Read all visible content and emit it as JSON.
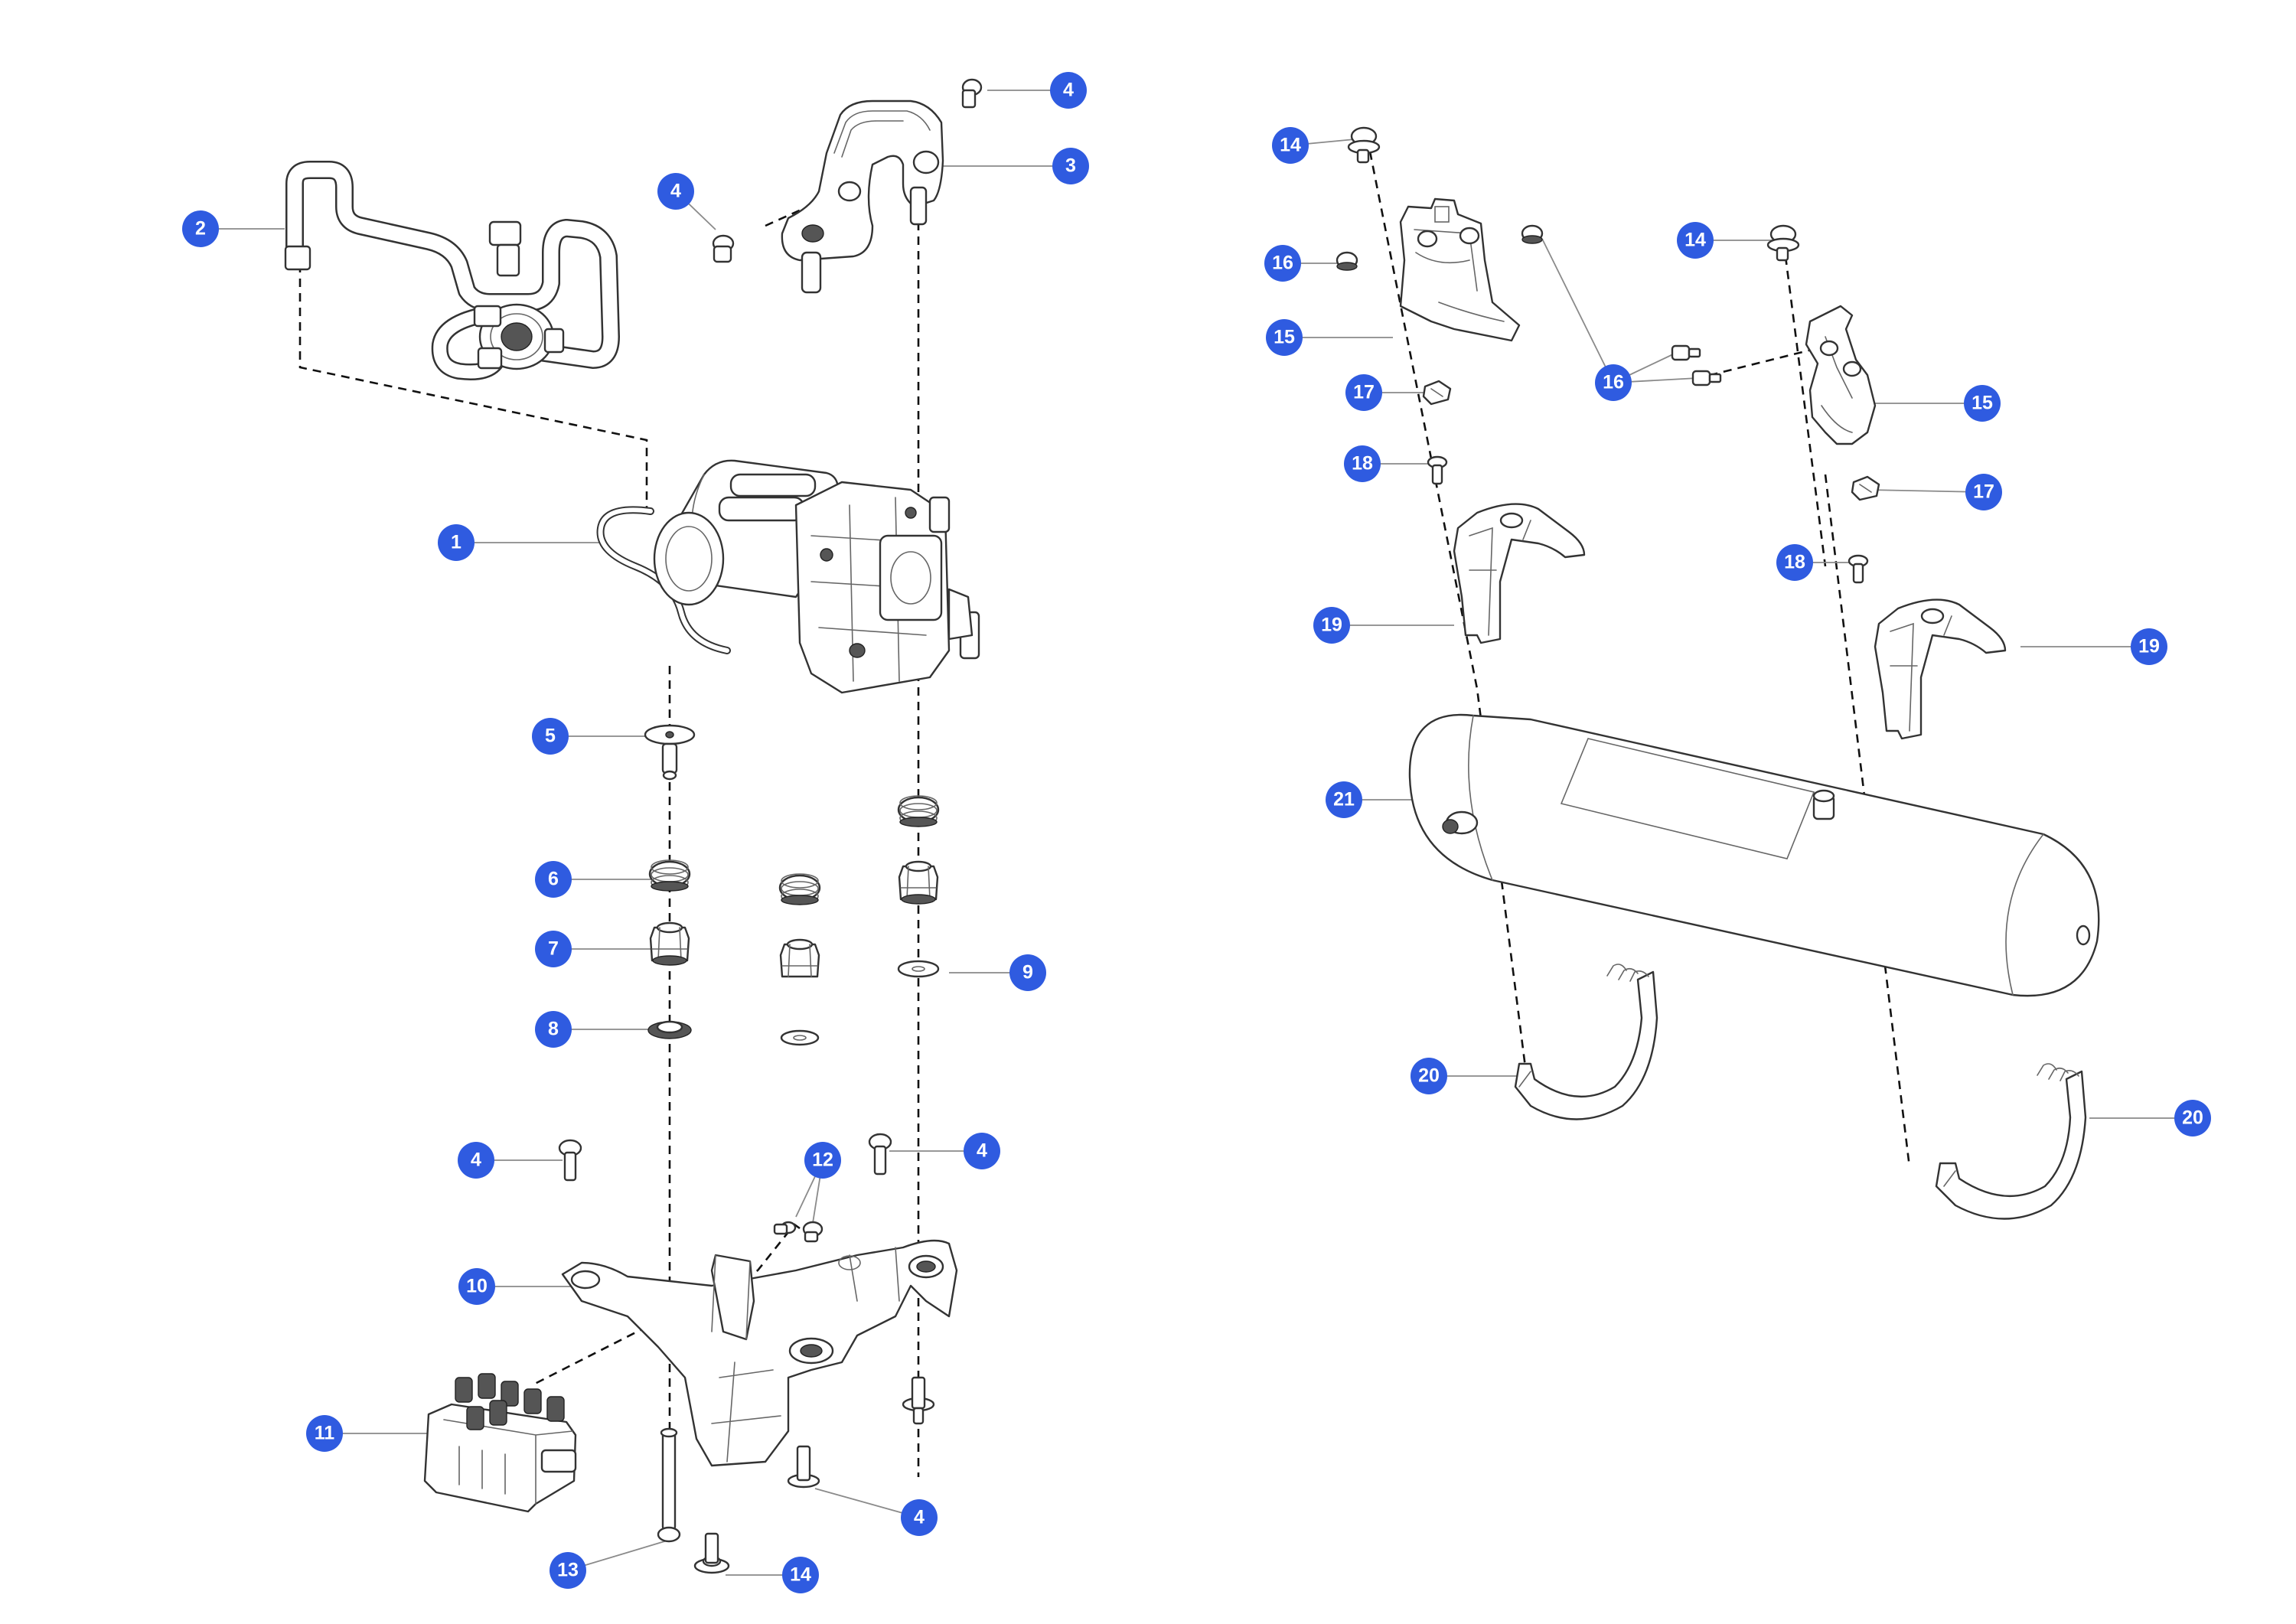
{
  "diagram": {
    "type": "exploded-parts-view",
    "callout_color": "#2f5be0",
    "callouts": [
      {
        "label": "1"
      },
      {
        "label": "2"
      },
      {
        "label": "3"
      },
      {
        "label": "4"
      },
      {
        "label": "4"
      },
      {
        "label": "4"
      },
      {
        "label": "4"
      },
      {
        "label": "4"
      },
      {
        "label": "5"
      },
      {
        "label": "6"
      },
      {
        "label": "7"
      },
      {
        "label": "8"
      },
      {
        "label": "9"
      },
      {
        "label": "10"
      },
      {
        "label": "11"
      },
      {
        "label": "12"
      },
      {
        "label": "13"
      },
      {
        "label": "14"
      },
      {
        "label": "14"
      },
      {
        "label": "14"
      },
      {
        "label": "15"
      },
      {
        "label": "15"
      },
      {
        "label": "16"
      },
      {
        "label": "16"
      },
      {
        "label": "17"
      },
      {
        "label": "17"
      },
      {
        "label": "18"
      },
      {
        "label": "18"
      },
      {
        "label": "19"
      },
      {
        "label": "19"
      },
      {
        "label": "20"
      },
      {
        "label": "20"
      },
      {
        "label": "21"
      }
    ]
  }
}
